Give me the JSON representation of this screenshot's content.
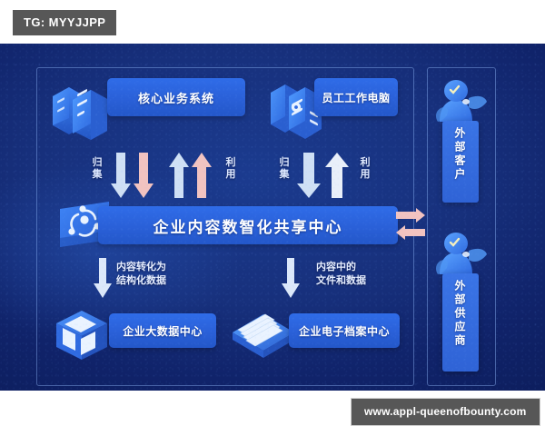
{
  "watermarks": {
    "tag": "TG: MYYJJPP",
    "url": "www.appl-queenofbounty.com"
  },
  "colors": {
    "background_dark_blue": "#13276f",
    "plate_blue": "#2a60d8",
    "accent_pink": "#f2c3c0",
    "accent_light_blue": "#cfe0f5",
    "frame_border": "#96beff",
    "watermark_gray": "#575757"
  },
  "diagram": {
    "top_row": [
      {
        "id": "core-business-system",
        "label": "核心业务系统",
        "icon": "server-rack-icon"
      },
      {
        "id": "employee-work-computer",
        "label": "员工工作电脑",
        "icon": "desktop-computer-icon"
      }
    ],
    "flow_labels": [
      {
        "id": "collect-left",
        "text": "归集",
        "direction": "down",
        "color": "#cfe0f5"
      },
      {
        "id": "utilize-left",
        "text": "利用",
        "direction": "up",
        "color": "#f2c3c0"
      },
      {
        "id": "collect-right",
        "text": "归集",
        "direction": "down",
        "color": "#cfe0f5"
      },
      {
        "id": "utilize-right",
        "text": "利用",
        "direction": "up",
        "color": "#f2c3c0"
      }
    ],
    "center": {
      "id": "enterprise-content-sharing-center",
      "label": "企业内容数智化共享中心",
      "icon": "network-share-hub-icon"
    },
    "down_captions": [
      {
        "id": "caption-structured-data",
        "line1": "内容转化为",
        "line2": "结构化数据"
      },
      {
        "id": "caption-files-and-data",
        "line1": "内容中的",
        "line2": "文件和数据"
      }
    ],
    "bottom_row": [
      {
        "id": "enterprise-big-data-center",
        "label": "企业大数据中心",
        "icon": "cube-icon"
      },
      {
        "id": "enterprise-e-archive-center",
        "label": "企业电子档案中心",
        "icon": "archive-box-icon"
      }
    ],
    "side_panel": [
      {
        "id": "external-customers",
        "label": "外部客户",
        "icon": "person-icon"
      },
      {
        "id": "external-suppliers",
        "label": "外部供应商",
        "icon": "person-icon"
      }
    ],
    "exchange_arrows": [
      {
        "id": "arrow-center-to-external",
        "direction": "right",
        "color": "#f2c3c0"
      },
      {
        "id": "arrow-external-to-center",
        "direction": "left",
        "color": "#f2c3c0"
      }
    ]
  }
}
